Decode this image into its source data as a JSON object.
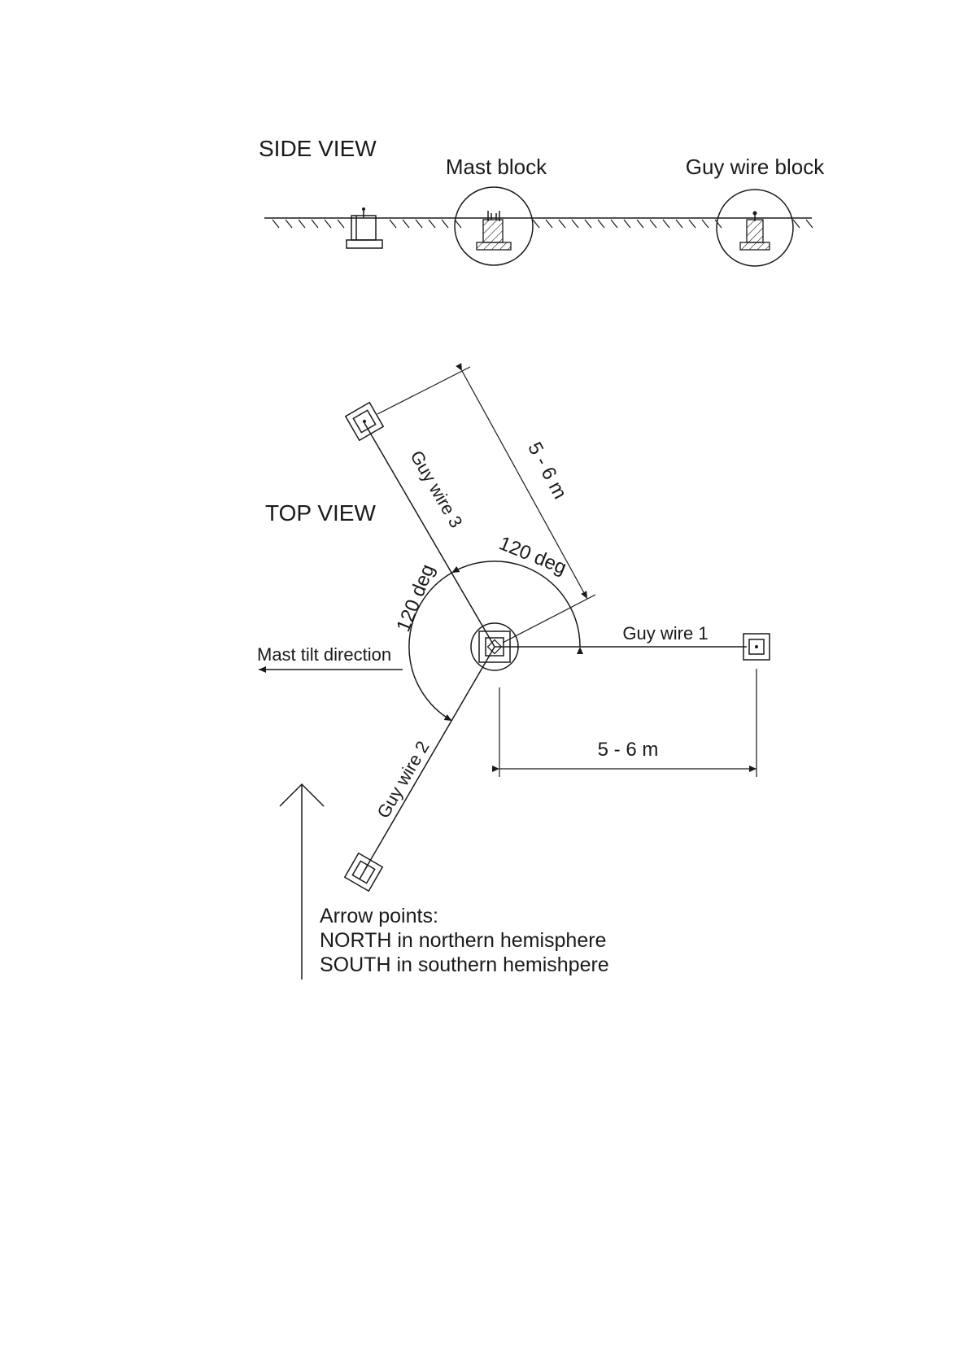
{
  "side_view": {
    "title": "SIDE VIEW",
    "mast_block_label": "Mast block",
    "guy_wire_block_label": "Guy wire block"
  },
  "top_view": {
    "title": "TOP VIEW",
    "guy_wire_1": "Guy wire 1",
    "guy_wire_2": "Guy wire 2",
    "guy_wire_3": "Guy wire 3",
    "angle_label_upper": "120 deg",
    "angle_label_left": "120 deg",
    "distance_diagonal": "5 - 6 m",
    "distance_horizontal": "5 - 6 m",
    "mast_tilt_direction": "Mast tilt direction"
  },
  "arrow_note": {
    "heading": "Arrow points:",
    "line1": "NORTH in northern hemisphere",
    "line2": "SOUTH in southern hemishpere"
  }
}
